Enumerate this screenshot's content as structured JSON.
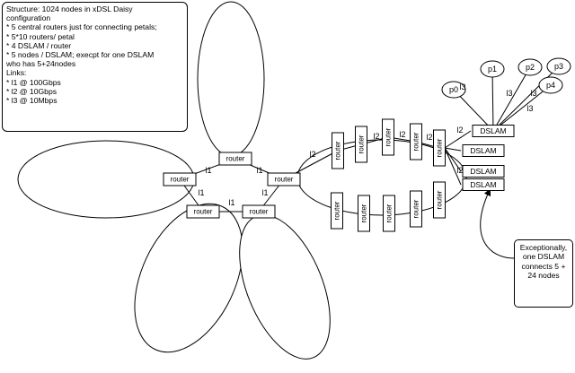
{
  "note": {
    "lines": [
      "Structure: 1024 nodes in xDSL Daisy",
      "configuration",
      "",
      "* 5 central routers just for connecting petals;",
      "* 5*10 routers/ petal",
      "* 4 DSLAM / router",
      "* 5 nodes / DSLAM; execpt for one DSLAM",
      "who has 5+24nodes",
      "Links:",
      "* l1 @ 100Gbps",
      "* l2 @ 10Gbps",
      "* l3 @ 10Mbps"
    ]
  },
  "callout": {
    "lines": [
      "Exceptionally,",
      "one DSLAM",
      "connects 5 +",
      "24 nodes"
    ]
  },
  "labels": {
    "router": "router",
    "dslam": "DSLAM",
    "l1": "l1",
    "l2": "l2",
    "l3": "l3"
  },
  "nodes": [
    "p0",
    "p1",
    "p2",
    "p3",
    "p4"
  ]
}
